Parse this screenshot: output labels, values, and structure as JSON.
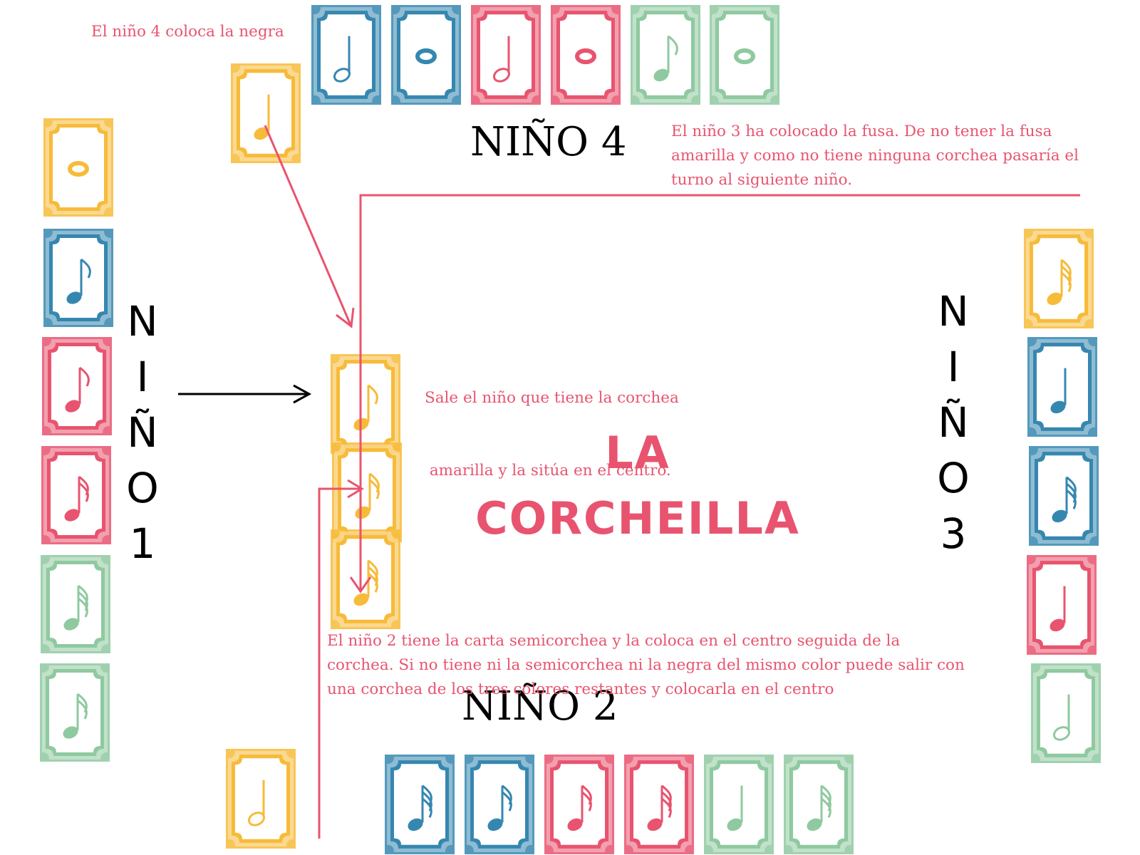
{
  "colors": {
    "yellow": "#f7bb3a",
    "blue": "#3687b0",
    "pink": "#e8546f",
    "green": "#8fc9a0",
    "arrow_red": "#e8546f",
    "arrow_black": "#000000"
  },
  "title": {
    "line1": "LA",
    "line2": "CORCHEILLA"
  },
  "players": {
    "p1": [
      "N",
      "I",
      "Ñ",
      "O",
      "1"
    ],
    "p2": "NIÑO 2",
    "p3": [
      "N",
      "I",
      "Ñ",
      "O",
      "3"
    ],
    "p4": "NIÑO 4"
  },
  "notes": {
    "n4": "El niño 4 coloca la negra",
    "n3": [
      "El niño 3 ha colocado la fusa. De no tener la fusa",
      "amarilla y como no tiene ninguna corchea pasaría el",
      "turno al siguiente niño."
    ],
    "n1": [
      "Sale el niño que tiene la corchea",
      " amarilla y la sitúa en el centro."
    ],
    "n2": [
      "El niño 2 tiene la carta semicorchea y la coloca en el centro seguida de la",
      "corchea. Si no tiene ni la semicorchea ni la negra del mismo color puede salir con",
      "una corchea de los tres colores restantes y colocarla en el centro"
    ]
  },
  "cards": {
    "player1_hand": [
      {
        "color": "yellow",
        "note": "whole"
      },
      {
        "color": "blue",
        "note": "eighth"
      },
      {
        "color": "pink",
        "note": "eighth"
      },
      {
        "color": "pink",
        "note": "sixteenth"
      },
      {
        "color": "green",
        "note": "thirtysecond"
      },
      {
        "color": "green",
        "note": "sixteenth"
      }
    ],
    "player2_hand": [
      {
        "color": "blue",
        "note": "thirtysecond"
      },
      {
        "color": "blue",
        "note": "sixteenth"
      },
      {
        "color": "pink",
        "note": "sixteenth"
      },
      {
        "color": "pink",
        "note": "thirtysecond"
      },
      {
        "color": "green",
        "note": "quarter"
      },
      {
        "color": "green",
        "note": "thirtysecond"
      }
    ],
    "player3_hand": [
      {
        "color": "yellow",
        "note": "thirtysecond"
      },
      {
        "color": "blue",
        "note": "quarter"
      },
      {
        "color": "blue",
        "note": "thirtysecond"
      },
      {
        "color": "pink",
        "note": "quarter"
      },
      {
        "color": "green",
        "note": "half"
      }
    ],
    "player4_hand": [
      {
        "color": "blue",
        "note": "half"
      },
      {
        "color": "blue",
        "note": "whole"
      },
      {
        "color": "pink",
        "note": "half"
      },
      {
        "color": "pink",
        "note": "whole"
      },
      {
        "color": "green",
        "note": "eighth"
      },
      {
        "color": "green",
        "note": "whole"
      }
    ],
    "player4_played": {
      "color": "yellow",
      "note": "quarter"
    },
    "player2_played": {
      "color": "yellow",
      "note": "half"
    },
    "center_pile": [
      {
        "color": "yellow",
        "note": "eighth"
      },
      {
        "color": "yellow",
        "note": "sixteenth"
      },
      {
        "color": "yellow",
        "note": "thirtysecond"
      }
    ]
  }
}
